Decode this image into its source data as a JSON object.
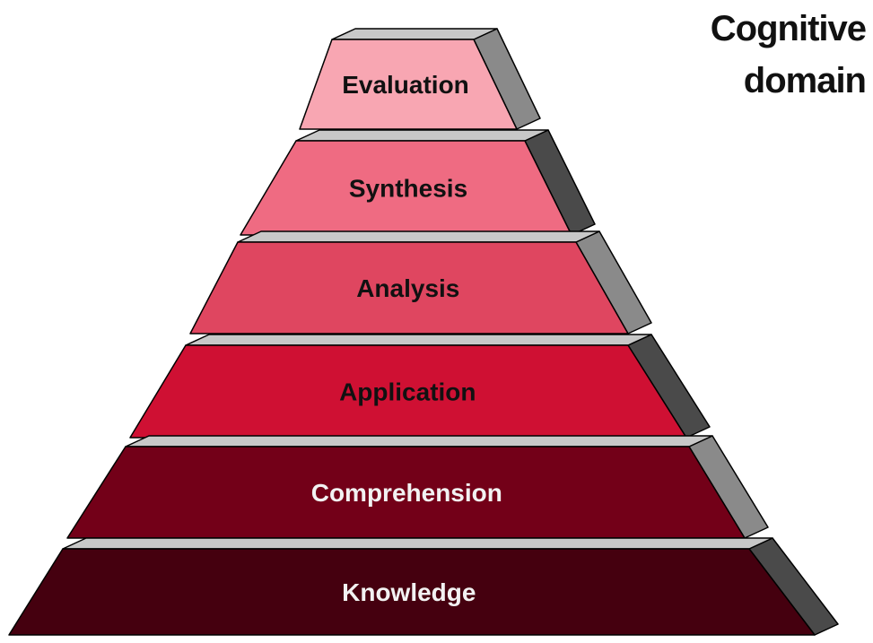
{
  "title": {
    "line1": "Cognitive",
    "line2": "domain"
  },
  "levels": [
    {
      "label": "Evaluation",
      "fill": "#f8a6b2",
      "text_color": "#111111"
    },
    {
      "label": "Synthesis",
      "fill": "#ef6b82",
      "text_color": "#111111"
    },
    {
      "label": "Analysis",
      "fill": "#df4660",
      "text_color": "#111111"
    },
    {
      "label": "Application",
      "fill": "#cf1033",
      "text_color": "#111111"
    },
    {
      "label": "Comprehension",
      "fill": "#730018",
      "text_color": "#f2f2f2"
    },
    {
      "label": "Knowledge",
      "fill": "#45000f",
      "text_color": "#f2f2f2"
    }
  ],
  "colors": {
    "ledge_top": "#c8c8c8",
    "side_light": "#8a8a8a",
    "side_dark": "#4a4a4a",
    "outline": "#000000"
  }
}
